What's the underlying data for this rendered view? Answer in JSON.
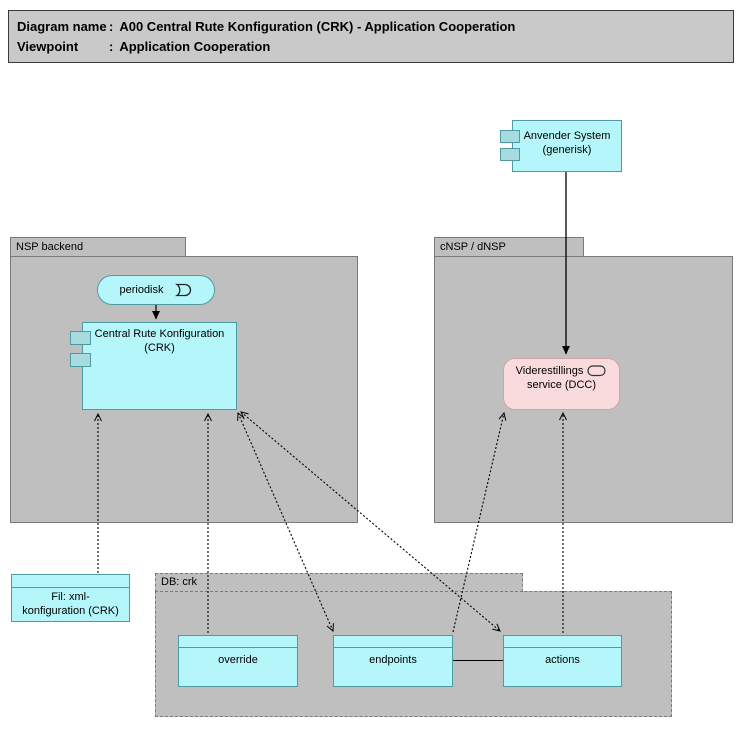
{
  "title": {
    "rows": [
      {
        "label": "Diagram name",
        "sep": ":",
        "value": "A00 Central Rute Konfiguration (CRK) - Application Cooperation"
      },
      {
        "label": "Viewpoint",
        "sep": ":",
        "value": "Application Cooperation"
      }
    ]
  },
  "packages": {
    "nsp_backend": {
      "label": "NSP backend"
    },
    "cnsp_dnsp": {
      "label": "cNSP / dNSP"
    },
    "db_crk": {
      "label": "DB: crk"
    }
  },
  "nodes": {
    "anvender_system": {
      "line1": "Anvender System",
      "line2": "(generisk)"
    },
    "periodisk": {
      "label": "periodisk"
    },
    "crk": {
      "line1": "Central Rute Konfiguration",
      "line2": "(CRK)"
    },
    "dcc": {
      "line1": "Viderestillings",
      "line2": "service (DCC)"
    },
    "fil": {
      "line1": "Fil: xml-",
      "line2": "konfiguration (CRK)"
    }
  },
  "tables": [
    {
      "label": "override"
    },
    {
      "label": "endpoints"
    },
    {
      "label": "actions"
    }
  ],
  "icons": {
    "event": "archimate-event-icon",
    "service": "archimate-service-icon",
    "component": "uml-component-tab-icon"
  },
  "colors": {
    "node_fill": "#b4f6f9",
    "node_border": "#4f9ba3",
    "tab_fill": "#a7dbdf",
    "service_fill": "#f9dbde",
    "service_border": "#d2a2a9",
    "package_fill": "#bfbfbf",
    "package_border": "#7a7a7a",
    "title_fill": "#c9c9c9",
    "line": "#000000"
  }
}
